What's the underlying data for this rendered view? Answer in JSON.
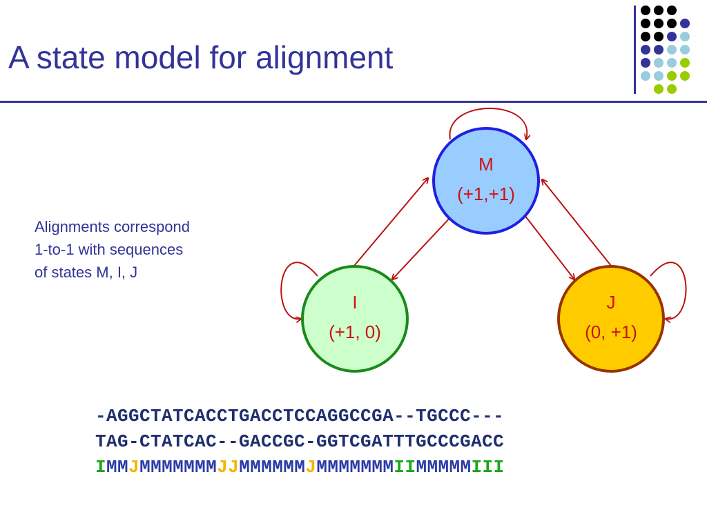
{
  "title": "A state model for alignment",
  "note_lines": [
    "Alignments correspond",
    "1-to-1 with sequences",
    "of states M, I, J"
  ],
  "states": {
    "M": {
      "name": "M",
      "step": "(+1,+1)",
      "fill": "#99ccff",
      "stroke": "#2020e0",
      "text_color": "#cc1111"
    },
    "I": {
      "name": "I",
      "step": "(+1, 0)",
      "fill": "#ccffcc",
      "stroke": "#1a8a1a",
      "text_color": "#cc1111"
    },
    "J": {
      "name": "J",
      "step": "(0, +1)",
      "fill": "#ffcc00",
      "stroke": "#993300",
      "text_color": "#cc1111"
    }
  },
  "arrow_color": "#bb1111",
  "alignment": {
    "row1": "-AGGCTATCACCTGACCTCCAGGCCGA--TGCCC---",
    "row2": "TAG-CTATCAC--GACCGC-GGTCGATTTGCCCGACC",
    "states": "IMMJMMMMMMMJJMMMMMMJMMMMMMMIIMMMMMIII"
  },
  "state_colors": {
    "M": "#2b3aa5",
    "I": "#1aa51a",
    "J": "#f2b600"
  },
  "decoration_colors": [
    "#000000",
    "#333399",
    "#99ccdd",
    "#99cc00"
  ]
}
